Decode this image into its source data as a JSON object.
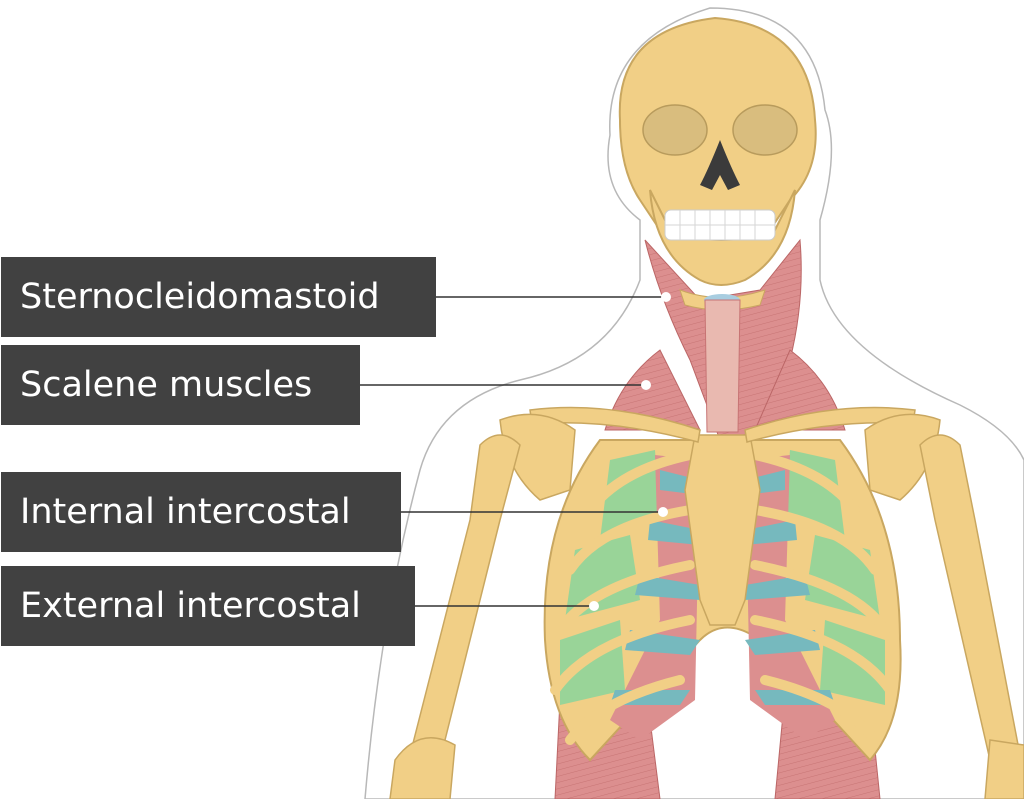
{
  "labels": {
    "sternocleidomastoid": "Sternocleidomastoid",
    "scalene": "Scalene muscles",
    "internal_intercostal": "Internal intercostal",
    "external_intercostal": "External intercostal"
  },
  "colors": {
    "label_bg": "#414141",
    "label_text": "#ffffff",
    "bone": "#f1cf86",
    "bone_outline": "#c9a760",
    "muscle": "#dc8f8f",
    "internal_intercostal": "#76b9be",
    "external_intercostal": "#8fd49a",
    "skin_outline": "#b8b8b8",
    "leader_line": "#333333"
  }
}
